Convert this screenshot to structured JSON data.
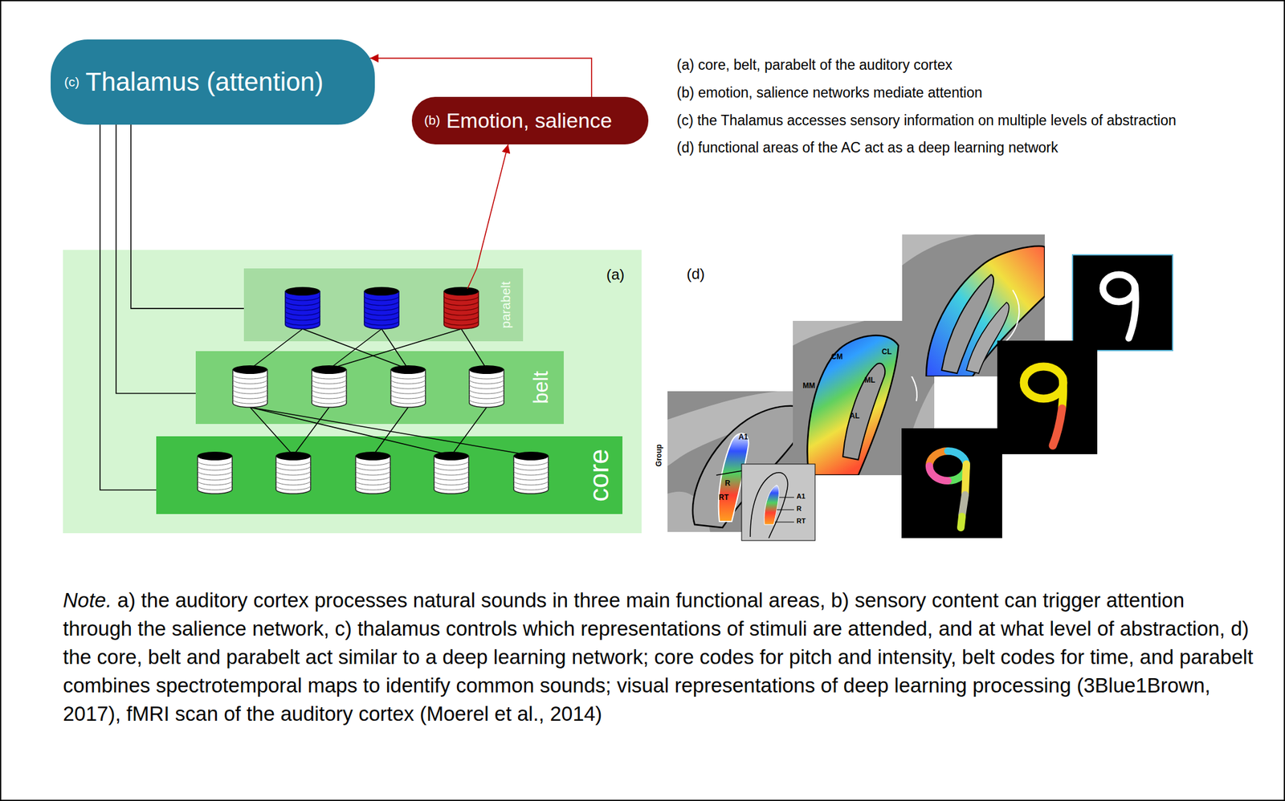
{
  "diagram": {
    "caption": "a) the auditory cortex processes natural sounds in three main functional areas, b) sensory content can trigger attention through the salience network, c) thalamus controls which representations of stimuli are attended, and at what level of abstraction, d) the core, belt and parabelt act similar to a deep learning network; core codes for pitch and intensity, belt codes for time, and parabelt combines spectrotemporal maps to identify common sounds; visual representations of deep learning processing (3Blue1Brown, 2017), fMRI scan of the auditory cortex (Moerel et al., 2014)",
    "nodes": [
      {
        "text": [
          "(c)",
          "Thalamus (attention)"
        ]
      },
      {
        "text": [
          "(b)",
          "Emotion, salience"
        ]
      },
      {
        "text": [
          "(a)"
        ]
      },
      {
        "text": [
          "parabelt"
        ],
        "in": 2
      },
      {
        "text": [
          "belt"
        ],
        "in": 2
      },
      {
        "text": [
          "core"
        ],
        "in": 2
      }
    ],
    "edges": [
      {
        "from": 1,
        "to": 0,
        "arrow": "to"
      },
      {
        "from": 0,
        "to": 3,
        "arrow": "none"
      },
      {
        "from": 0,
        "to": 4,
        "arrow": "none"
      },
      {
        "from": 0,
        "to": 5,
        "arrow": "none"
      },
      {
        "from": 3,
        "to": 1,
        "arrow": "to"
      }
    ],
    "labels": [
      "(a) core, belt, parabelt of the auditory cortex",
      "(b) emotion, salience networks mediate attention",
      "(c) the Thalamus accesses sensory information on multiple levels of abstraction",
      "(d) functional areas of the AC act as a deep learning network",
      "(d)",
      "Group",
      "A1",
      "R",
      "RT",
      "A1",
      "R",
      "RT",
      "CM",
      "CL",
      "MM",
      "ML",
      "AL",
      "Note."
    ]
  }
}
